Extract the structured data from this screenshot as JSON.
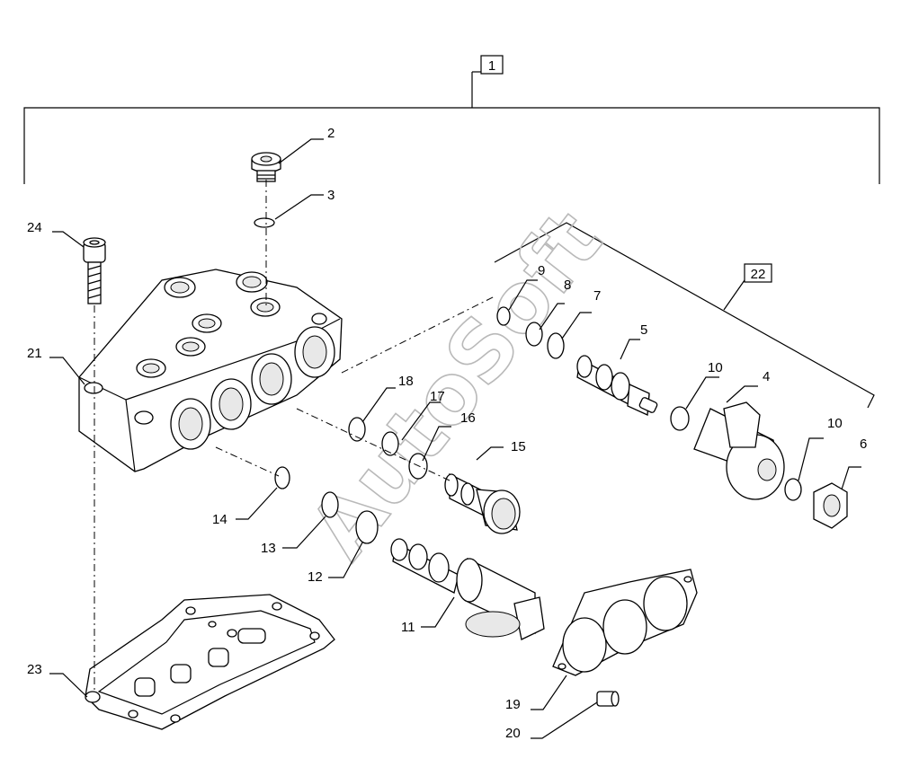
{
  "labels": {
    "l1": "1",
    "l2": "2",
    "l3": "3",
    "l4": "4",
    "l5": "5",
    "l6": "6",
    "l7": "7",
    "l8": "8",
    "l9": "9",
    "l10a": "10",
    "l10b": "10",
    "l11": "11",
    "l12": "12",
    "l13": "13",
    "l14": "14",
    "l15": "15",
    "l16": "16",
    "l17": "17",
    "l18": "18",
    "l19": "19",
    "l20": "20",
    "l21": "21",
    "l22": "22",
    "l23": "23",
    "l24": "24"
  },
  "watermark": "AutoSoft"
}
